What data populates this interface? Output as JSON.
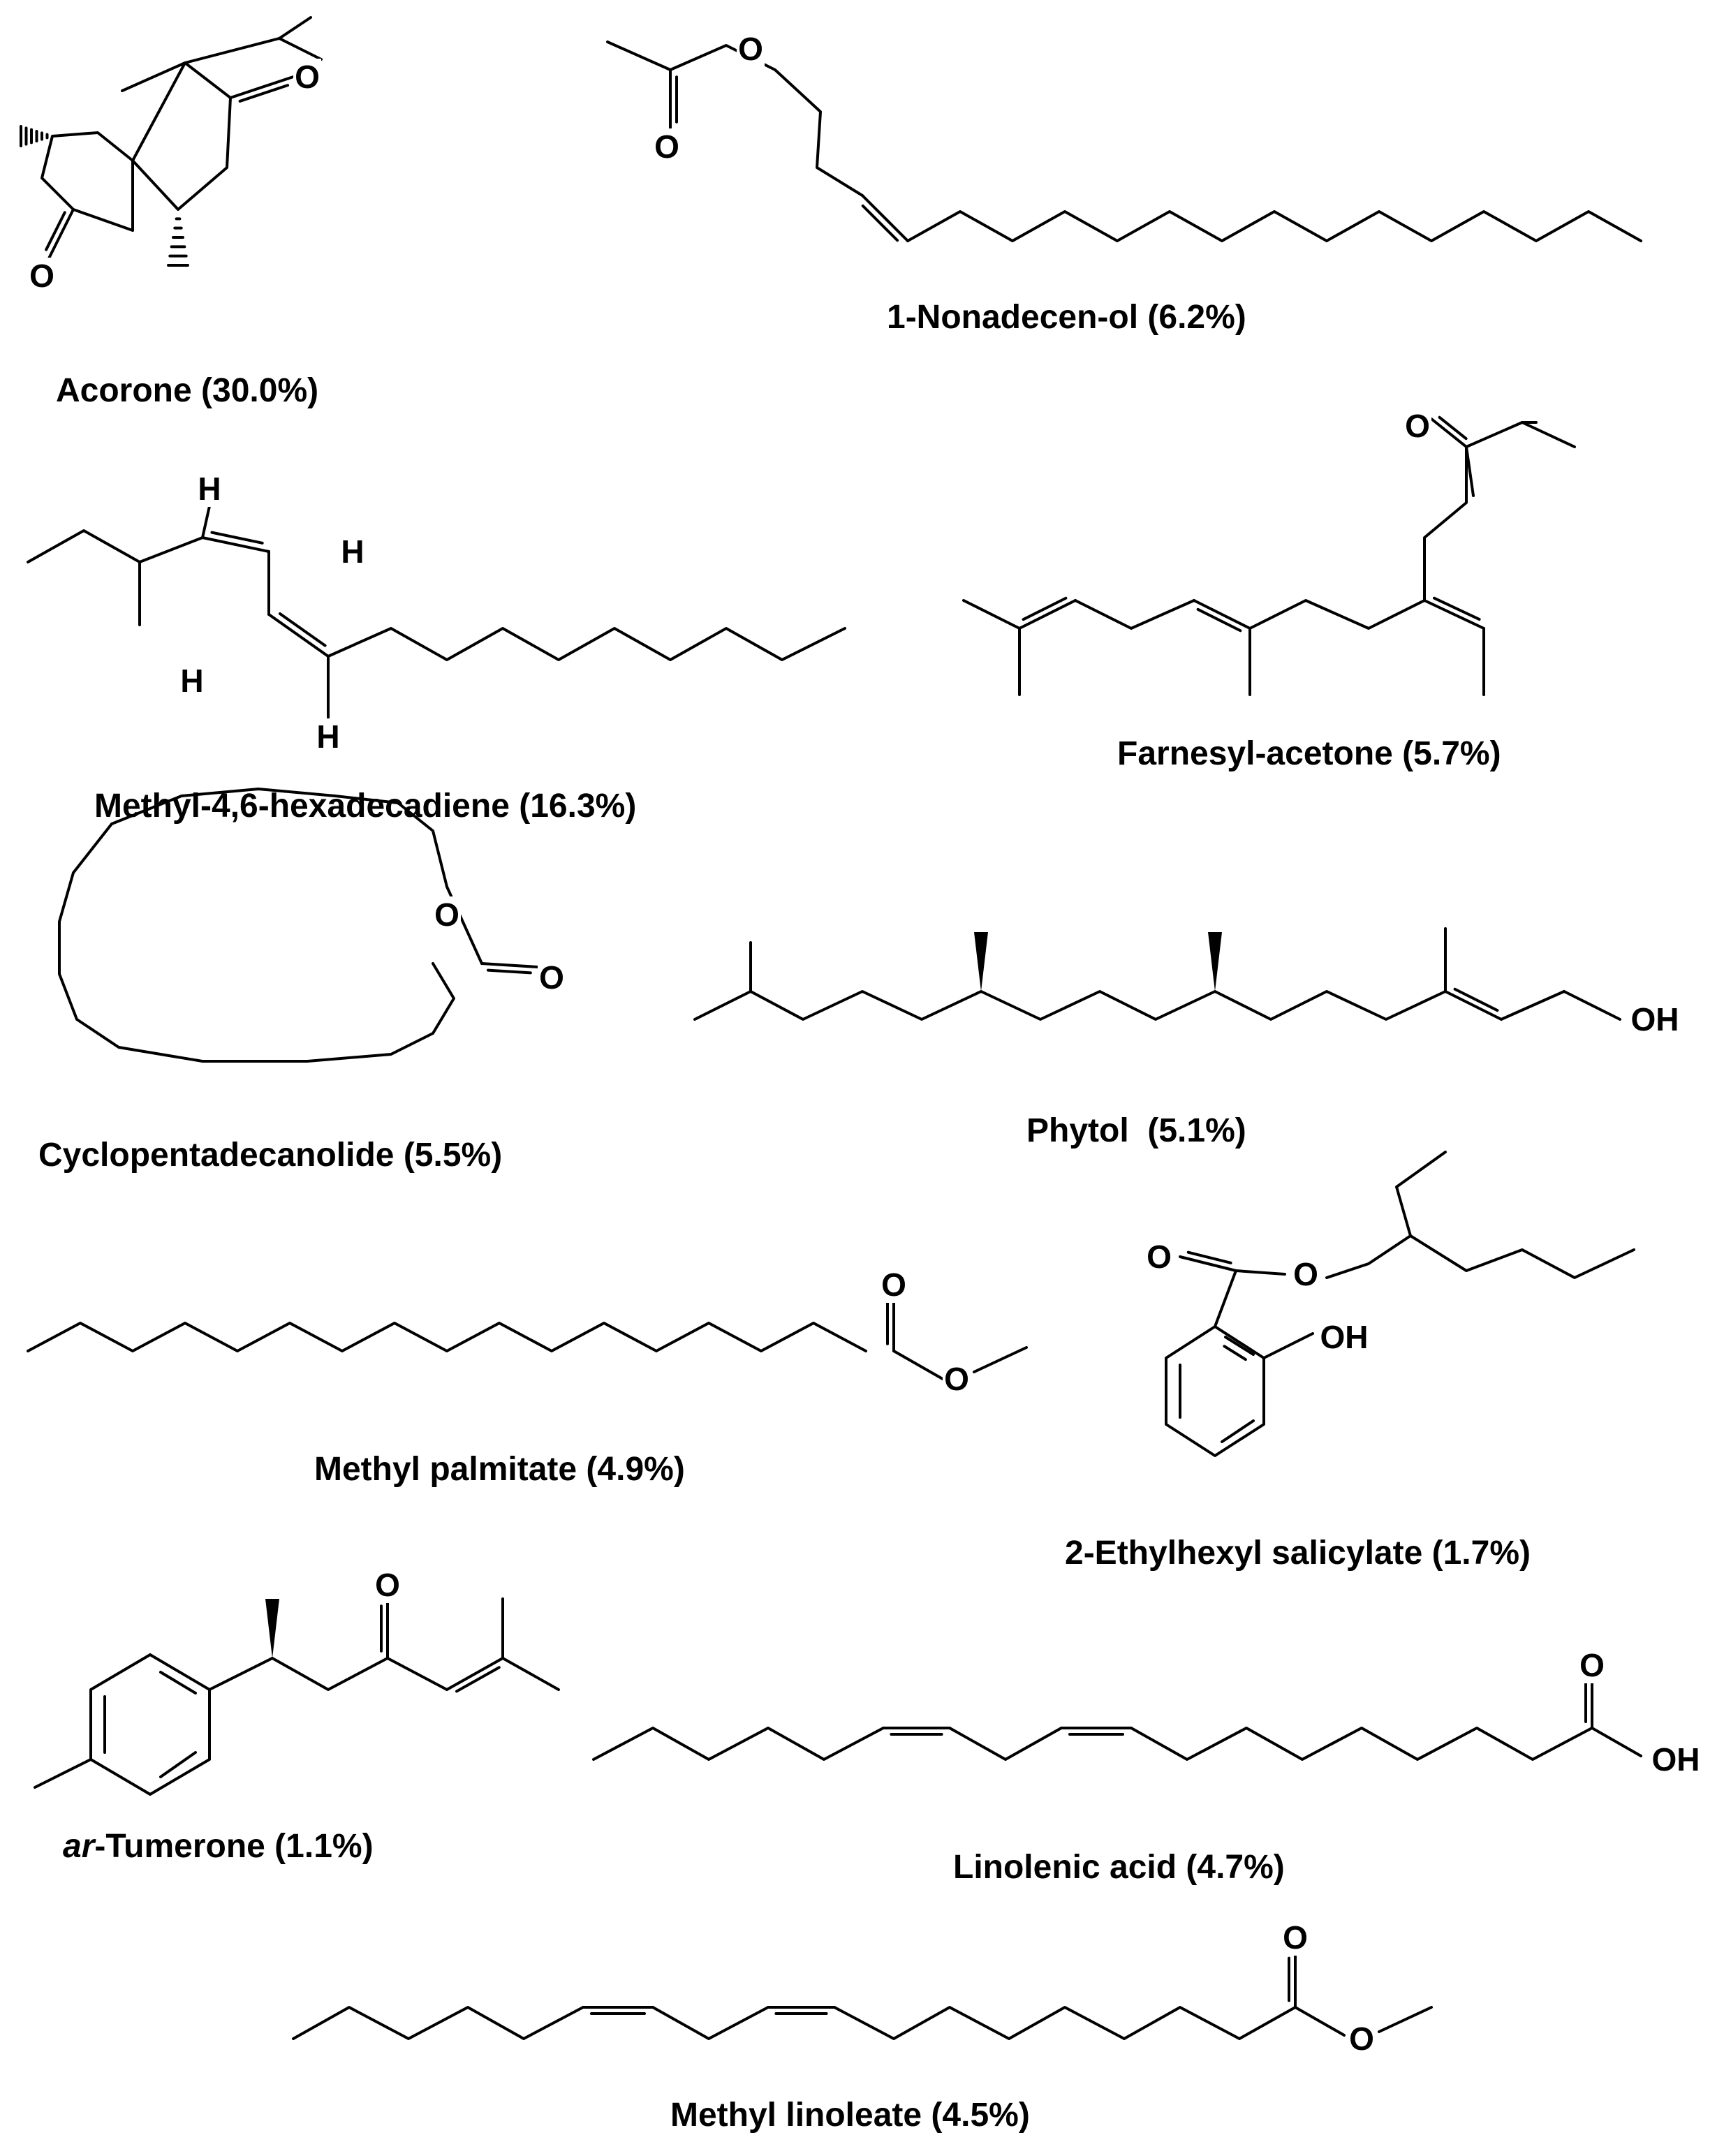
{
  "compounds": [
    {
      "id": "acorone",
      "name": "Acorone",
      "percent": "(30.0%)"
    },
    {
      "id": "nonadecenol",
      "name": "1-Nonadecen-ol",
      "percent": "(6.2%)"
    },
    {
      "id": "methylhexadecadiene",
      "name": "Methyl-4,6-hexadecadiene",
      "percent": "(16.3%)"
    },
    {
      "id": "farnesylacetone",
      "name": "Farnesyl-acetone",
      "percent": "(5.7%)"
    },
    {
      "id": "cyclopentadecanolide",
      "name": "Cyclopentadecanolide",
      "percent": "(5.5%)"
    },
    {
      "id": "phytol",
      "name": "Phytol ",
      "percent": "(5.1%)"
    },
    {
      "id": "methylpalmitate",
      "name": "Methyl palmitate",
      "percent": "(4.9%)"
    },
    {
      "id": "ethylhexylsalicylate",
      "name": "2-Ethylhexyl salicylate",
      "percent": "(1.7%)"
    },
    {
      "id": "arturmerone",
      "prefix": "ar",
      "name": "-Tumerone",
      "percent": "(1.1%)"
    },
    {
      "id": "linolenicacid",
      "name": "Linolenic acid",
      "percent": "(4.7%)"
    },
    {
      "id": "methyllinoleate",
      "name": "Methyl linoleate",
      "percent": "(4.5%)"
    }
  ],
  "atom_labels": {
    "oxygen": "O",
    "hydrogen": "H",
    "hydroxyl": "OH"
  }
}
